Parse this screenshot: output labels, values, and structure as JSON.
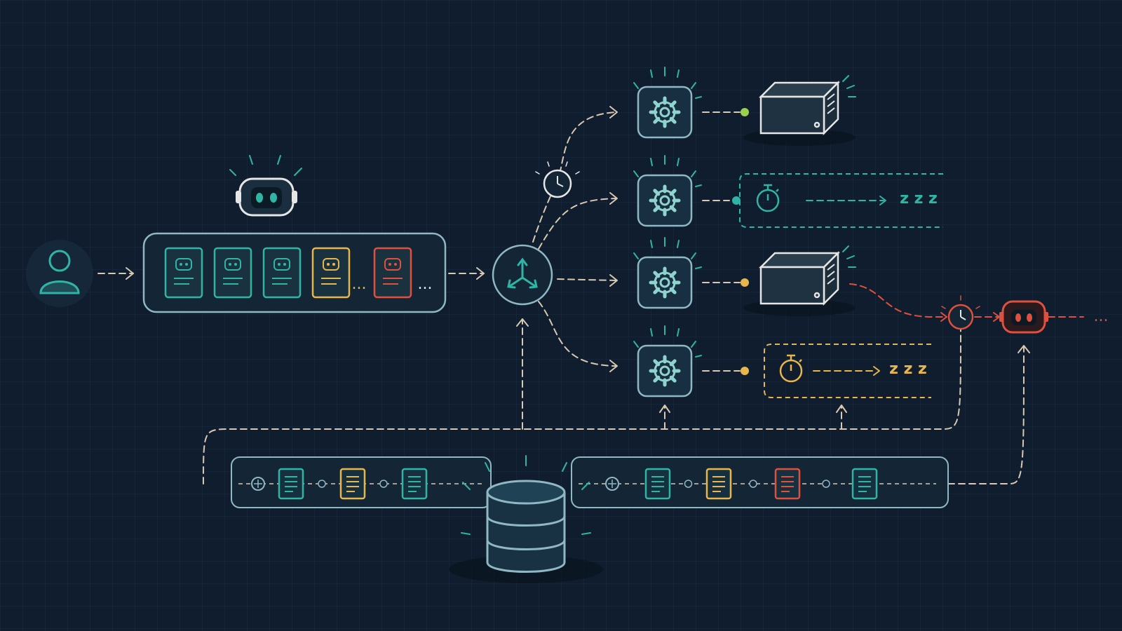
{
  "colors": {
    "background": "#0f1d2e",
    "grid": "#1b2c40",
    "teal": "#2fb5a5",
    "teal_light": "#8fd3cf",
    "box_stroke": "#8fb8c4",
    "flow": "#d8c9b0",
    "yellow": "#e8b64a",
    "red": "#e0503e",
    "green": "#9bd04f",
    "white": "#e6e6e6"
  },
  "icons": {
    "user": "user-icon",
    "agent": "robot-icon",
    "router": "router-icon",
    "worker": "gear-icon",
    "server": "server-icon",
    "clock": "clock-icon",
    "stopwatch": "stopwatch-icon",
    "database": "database-icon",
    "document": "document-icon"
  },
  "queue": {
    "tasks": [
      "teal",
      "teal",
      "teal",
      "yellow",
      "red"
    ],
    "ellipsis": "..."
  },
  "workers": [
    {
      "status": "green",
      "outcome": "server"
    },
    {
      "status": "teal",
      "outcome": "sleep",
      "sleep_text": "z z z"
    },
    {
      "status": "yellow",
      "outcome": "server"
    },
    {
      "status": "yellow",
      "outcome": "sleep",
      "sleep_text": "z z z"
    }
  ],
  "logs": {
    "left": [
      "teal",
      "yellow",
      "teal"
    ],
    "right": [
      "teal",
      "yellow",
      "red",
      "teal"
    ]
  },
  "output": {
    "ellipsis": "..."
  }
}
